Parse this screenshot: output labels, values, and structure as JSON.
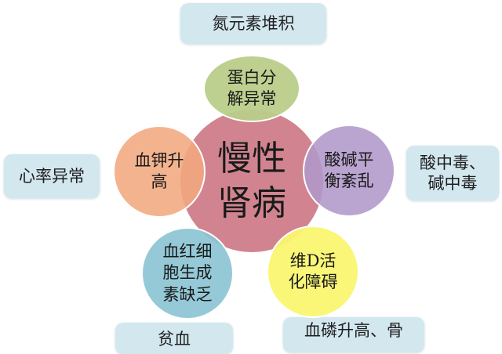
{
  "diagram": {
    "center": {
      "line1": "慢性",
      "line2": "肾病",
      "color": "#cd7a86"
    },
    "nodes": [
      {
        "id": "top",
        "line1": "蛋白分",
        "line2": "解异常",
        "line3": "",
        "color": "#b9ce8a",
        "effect": "氮元素堆积"
      },
      {
        "id": "left",
        "line1": "血钾升",
        "line2": "高",
        "line3": "",
        "color": "#f2a880",
        "effect": "心率异常"
      },
      {
        "id": "right",
        "line1": "酸碱平",
        "line2": "衡紊乱",
        "line3": "",
        "color": "#b098ca",
        "effect_line1": "酸中毒、",
        "effect_line2": "碱中毒"
      },
      {
        "id": "bottom-left",
        "line1": "血红细",
        "line2": "胞生成",
        "line3": "素缺乏",
        "color": "#8cc4d4",
        "effect": "贫血"
      },
      {
        "id": "bottom-right",
        "line1": "维D活",
        "line2": "化障碍",
        "line3": "",
        "color": "#faf570",
        "effect": "血磷升高、骨"
      }
    ],
    "box_color": "#d3e7ef"
  }
}
